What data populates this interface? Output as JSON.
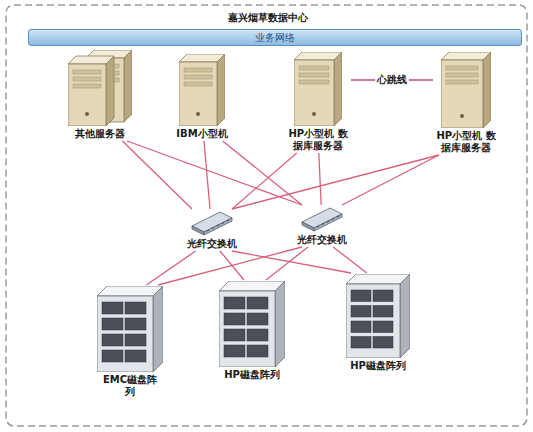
{
  "diagram": {
    "title": "嘉兴烟草数据中心",
    "nodes": [
      {
        "text": [
          "业务网络"
        ]
      },
      {
        "text": [
          "其他服务器"
        ]
      },
      {
        "text": [
          "IBM小型机"
        ]
      },
      {
        "text": [
          "HP小型机 数据库服务器"
        ]
      },
      {
        "text": [
          "HP小型机 数据库服务器"
        ]
      },
      {
        "text": [
          "光纤交换机"
        ]
      },
      {
        "text": [
          "光纤交换机"
        ]
      },
      {
        "text": [
          "EMC磁盘阵列"
        ]
      },
      {
        "text": [
          "HP磁盘阵列"
        ]
      },
      {
        "text": [
          "HP磁盘阵列"
        ]
      }
    ],
    "edges": [
      {
        "from": 1,
        "to": 5,
        "arrow": "none"
      },
      {
        "from": 1,
        "to": 6,
        "arrow": "none"
      },
      {
        "from": 2,
        "to": 5,
        "arrow": "none"
      },
      {
        "from": 2,
        "to": 6,
        "arrow": "none"
      },
      {
        "from": 3,
        "to": 5,
        "arrow": "none"
      },
      {
        "from": 3,
        "to": 6,
        "arrow": "none"
      },
      {
        "from": 4,
        "to": 5,
        "arrow": "none"
      },
      {
        "from": 4,
        "to": 6,
        "arrow": "none"
      },
      {
        "from": 5,
        "to": 7,
        "arrow": "none"
      },
      {
        "from": 5,
        "to": 8,
        "arrow": "none"
      },
      {
        "from": 5,
        "to": 9,
        "arrow": "none"
      },
      {
        "from": 6,
        "to": 7,
        "arrow": "none"
      },
      {
        "from": 6,
        "to": 8,
        "arrow": "none"
      },
      {
        "from": 6,
        "to": 9,
        "arrow": "none"
      },
      {
        "from": 3,
        "to": 4,
        "label": "心跳线",
        "arrow": "none"
      }
    ]
  }
}
